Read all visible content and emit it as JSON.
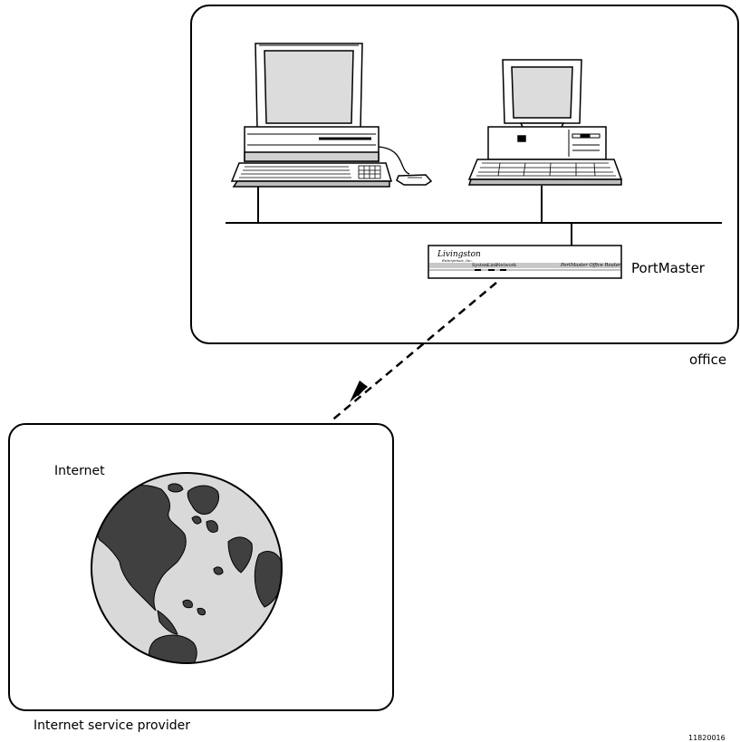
{
  "labels": {
    "portmaster": "PortMaster",
    "office": "office",
    "internet": "Internet",
    "isp": "Internet service provider",
    "figure_id": "11820016"
  },
  "router": {
    "brand": "Livingston",
    "brand_sub": "Enterprises, Inc.",
    "indicators": [
      "System",
      "Link",
      "Network"
    ],
    "model": "PortMaster Office Router"
  },
  "colors": {
    "line": "#000000",
    "screen": "#d4d4d4",
    "globe_water": "#d9d9d9",
    "globe_land": "#404040",
    "router_stripe": "#c8c8c8"
  },
  "icons": [
    "desktop-computer-icon",
    "tower-computer-icon",
    "router-icon",
    "globe-icon",
    "mouse-icon",
    "keyboard-icon"
  ]
}
